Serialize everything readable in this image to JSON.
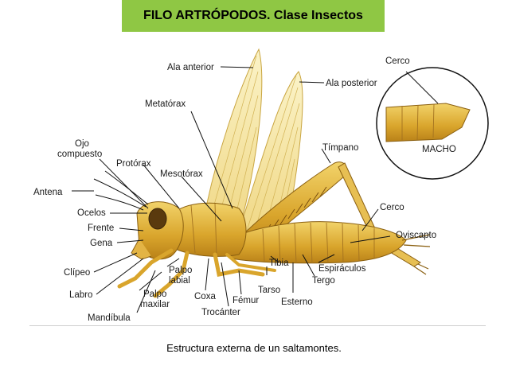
{
  "header": {
    "title": "FILO ARTRÓPODOS. Clase Insectos"
  },
  "figure": {
    "labels": {
      "ala_anterior": "Ala anterior",
      "ala_posterior": "Ala posterior",
      "metatorax": "Metatórax",
      "ojo_l1": "Ojo",
      "ojo_l2": "compuesto",
      "protorax": "Protórax",
      "mesotorax": "Mesotórax",
      "timpano": "Tímpano",
      "antena": "Antena",
      "ocelos": "Ocelos",
      "frente": "Frente",
      "gena": "Gena",
      "clipeo": "Clípeo",
      "labro": "Labro",
      "mandibula": "Mandíbula",
      "palpo_labial_l1": "Palpo",
      "palpo_labial_l2": "labial",
      "palpo_maxilar_l1": "Palpo",
      "palpo_maxilar_l2": "maxilar",
      "coxa": "Coxa",
      "trocanter": "Trocánter",
      "femur": "Fémur",
      "tarso": "Tarso",
      "tibia": "Tibia",
      "esterno": "Esterno",
      "tergo": "Tergo",
      "espiraculos": "Espiráculos",
      "oviscapto": "Oviscapto",
      "cerco_right": "Cerco",
      "cerco_inset": "Cerco",
      "macho": "MACHO"
    }
  },
  "caption": "Estructura externa de un saltamontes."
}
